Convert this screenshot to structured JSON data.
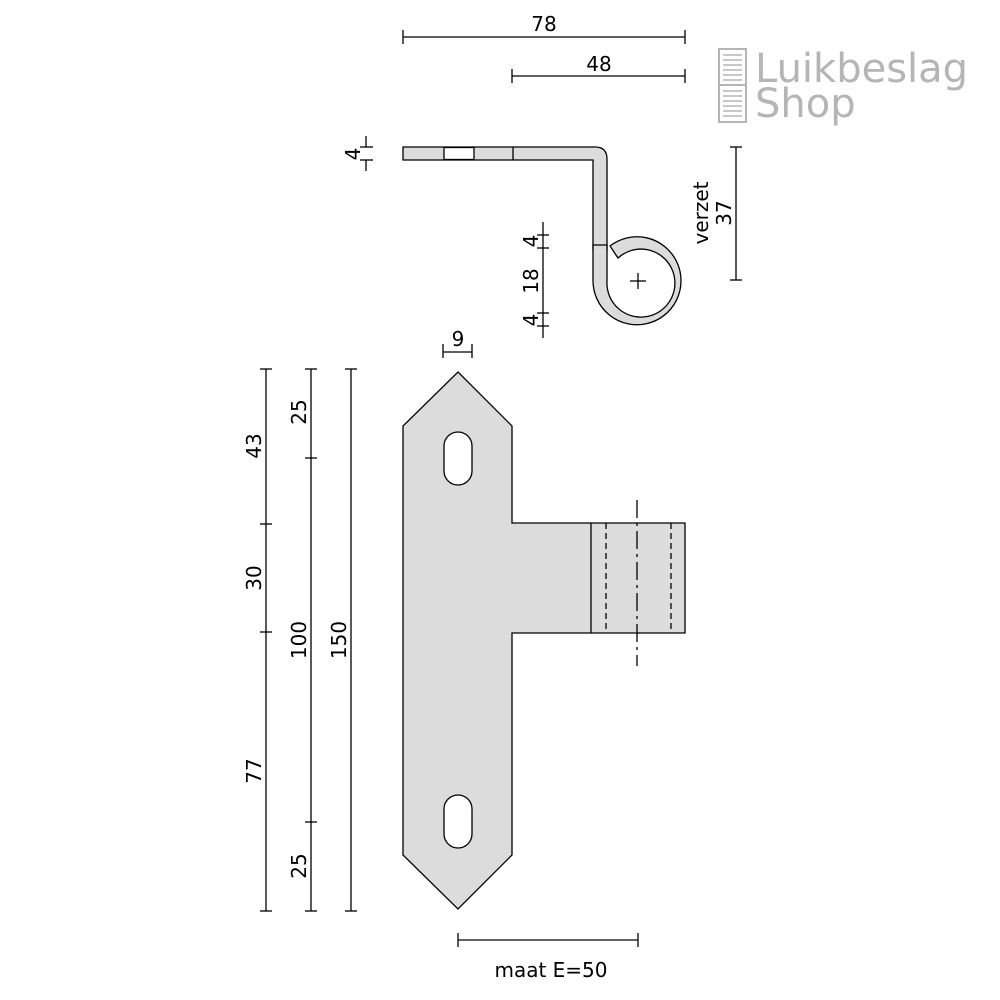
{
  "logo": {
    "line1": "Luikbeslag",
    "line2": "Shop",
    "color": "#b5b5b5"
  },
  "side_view": {
    "overall_length": "78",
    "offset_length": "48",
    "thickness": "4",
    "verzet_label": "verzet",
    "verzet_value": "37",
    "eye_top": "4",
    "eye_inner": "18",
    "eye_bottom": "4"
  },
  "front_view": {
    "tip_width": "9",
    "left_dims": [
      "43",
      "30",
      "77"
    ],
    "middle_dims": [
      "25",
      "100",
      "25"
    ],
    "overall_height": "150",
    "maat_label": "maat E=50"
  },
  "colors": {
    "part_fill": "#dcdcdc",
    "line": "#000000"
  }
}
